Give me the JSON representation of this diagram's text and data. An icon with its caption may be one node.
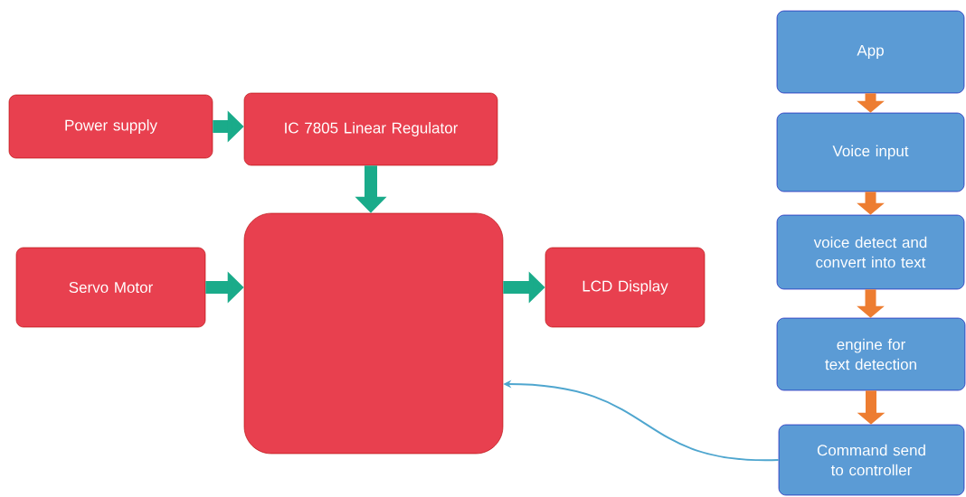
{
  "diagram": {
    "nodes": [
      {
        "text": [
          "Power supply"
        ]
      },
      {
        "text": [
          "IC 7805 Linear Regulator"
        ]
      },
      {
        "text": [
          "Servo Motor"
        ]
      },
      {
        "text": [],
        "shape": "box"
      },
      {
        "text": [
          "LCD Display"
        ]
      },
      {
        "text": [
          "App"
        ]
      },
      {
        "text": [
          "Voice input"
        ]
      },
      {
        "text": [
          "voice detect and convert into text"
        ]
      },
      {
        "text": [
          "engine for text detection"
        ]
      },
      {
        "text": [
          "Command send to controller"
        ]
      }
    ],
    "edges": [
      {
        "from": 0,
        "to": 1,
        "arrow": "to"
      },
      {
        "from": 1,
        "to": 3,
        "arrow": "to"
      },
      {
        "from": 2,
        "to": 3,
        "arrow": "to"
      },
      {
        "from": 3,
        "to": 4,
        "arrow": "to"
      },
      {
        "from": 5,
        "to": 6,
        "arrow": "to",
        "color": "#ed7d31"
      },
      {
        "from": 6,
        "to": 7,
        "arrow": "to",
        "color": "#ed7d31"
      },
      {
        "from": 7,
        "to": 8,
        "arrow": "to",
        "color": "#ed7d31"
      },
      {
        "from": 8,
        "to": 9,
        "arrow": "to",
        "color": "#ed7d31"
      },
      {
        "from": 9,
        "to": 3,
        "arrow": "to",
        "color": "#4fa6cf"
      }
    ]
  }
}
